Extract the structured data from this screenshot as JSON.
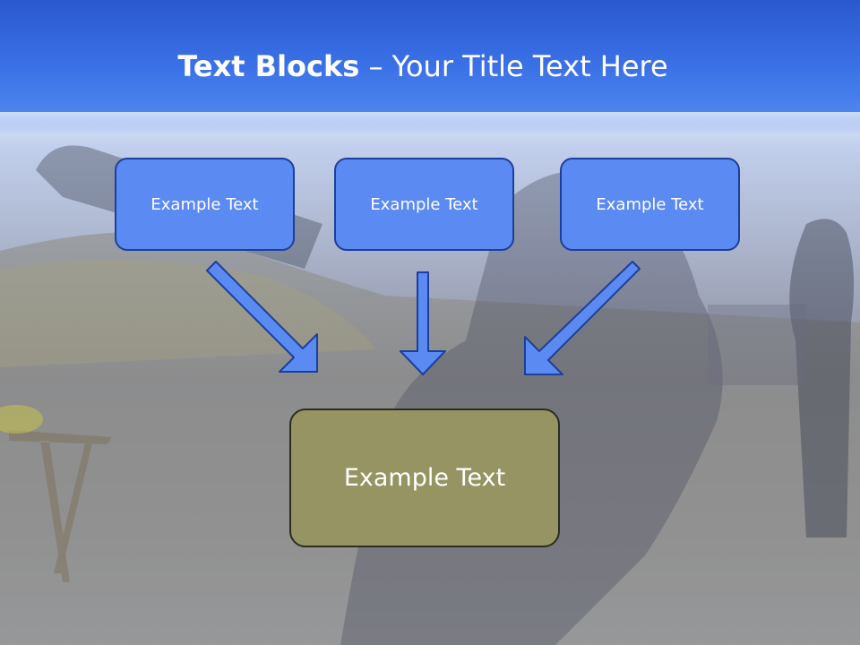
{
  "slide": {
    "title_bold": "Text Blocks",
    "title_rest": " – Your Title Text Here"
  },
  "blocks": [
    {
      "label": "Example Text"
    },
    {
      "label": "Example Text"
    },
    {
      "label": "Example Text"
    }
  ],
  "target": {
    "label": "Example Text"
  },
  "colors": {
    "header": "#3a70e6",
    "box_fill": "#5b8af2",
    "box_border": "#1d3f99",
    "target_fill": "#969462",
    "arrow_fill": "#5b8af2"
  }
}
